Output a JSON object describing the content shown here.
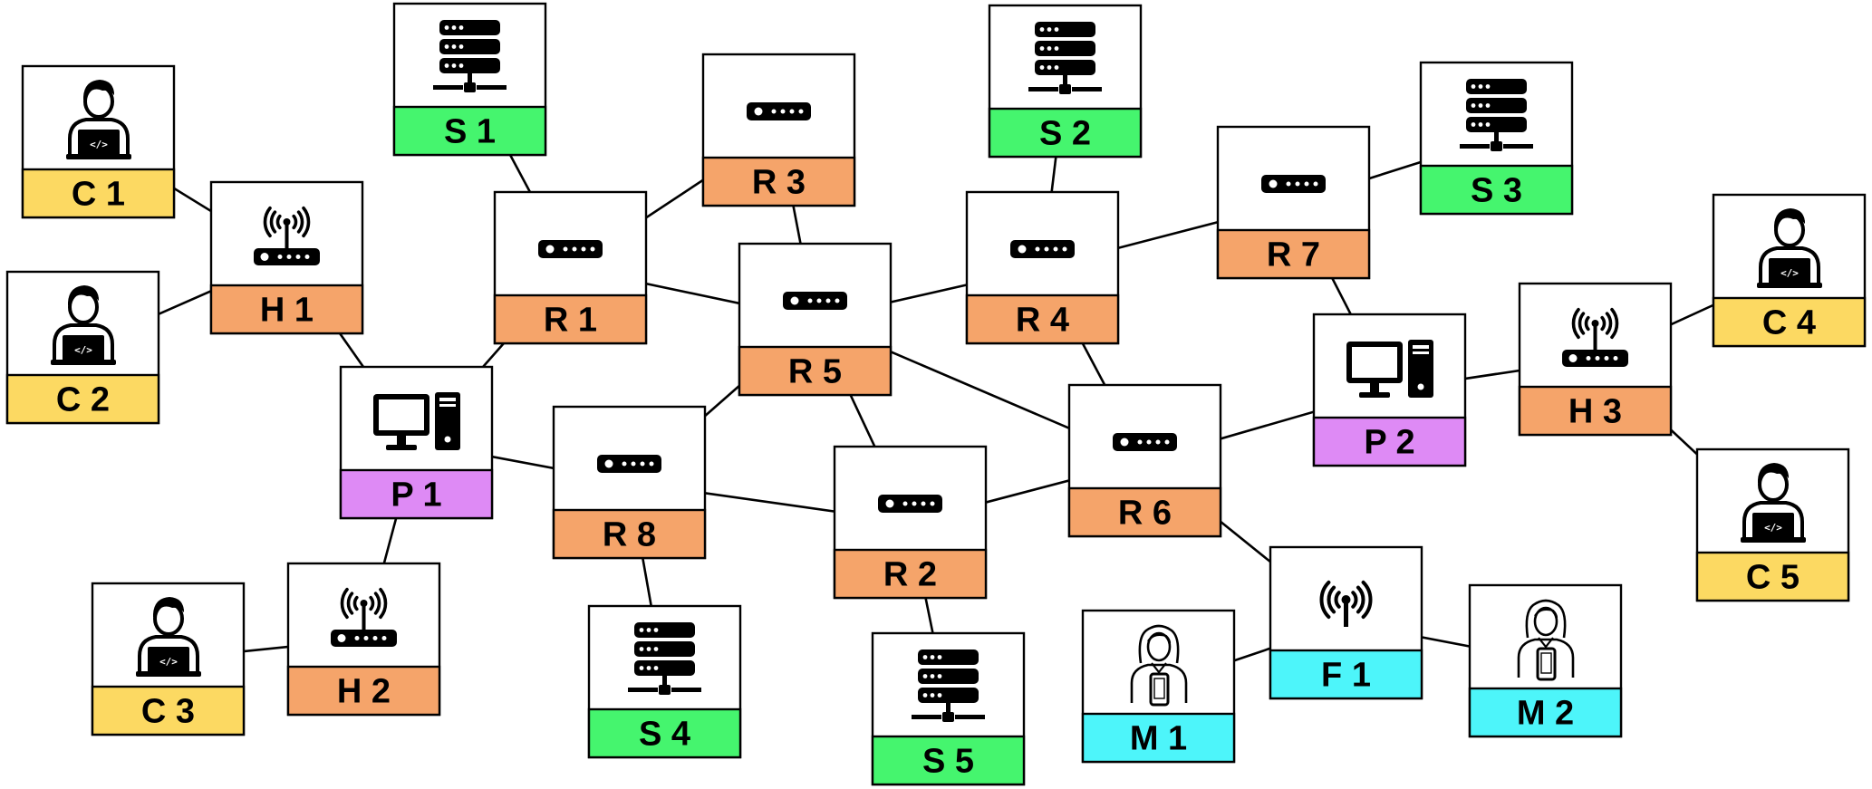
{
  "diagram": {
    "colors": {
      "client": "#FCD962",
      "hub": "#F5A46A",
      "router": "#F5A46A",
      "server": "#45F56E",
      "pc": "#DE8AF5",
      "mobile": "#4DF5FA",
      "wifi": "#4DF5FA",
      "border": "#000000",
      "background": "#FFFFFF"
    },
    "nodes": [
      {
        "id": "C1",
        "label": "C 1",
        "kind": "client",
        "icon": "developer-laptop-icon"
      },
      {
        "id": "C2",
        "label": "C 2",
        "kind": "client",
        "icon": "developer-laptop-icon"
      },
      {
        "id": "C3",
        "label": "C 3",
        "kind": "client",
        "icon": "developer-laptop-icon"
      },
      {
        "id": "C4",
        "label": "C 4",
        "kind": "client",
        "icon": "developer-laptop-icon"
      },
      {
        "id": "C5",
        "label": "C 5",
        "kind": "client",
        "icon": "developer-laptop-icon"
      },
      {
        "id": "H1",
        "label": "H 1",
        "kind": "hub",
        "icon": "wireless-router-icon"
      },
      {
        "id": "H2",
        "label": "H 2",
        "kind": "hub",
        "icon": "wireless-router-icon"
      },
      {
        "id": "H3",
        "label": "H 3",
        "kind": "hub",
        "icon": "wireless-router-icon"
      },
      {
        "id": "P1",
        "label": "P 1",
        "kind": "pc",
        "icon": "desktop-computer-icon"
      },
      {
        "id": "P2",
        "label": "P 2",
        "kind": "pc",
        "icon": "desktop-computer-icon"
      },
      {
        "id": "R1",
        "label": "R 1",
        "kind": "router",
        "icon": "router-icon"
      },
      {
        "id": "R2",
        "label": "R 2",
        "kind": "router",
        "icon": "router-icon"
      },
      {
        "id": "R3",
        "label": "R 3",
        "kind": "router",
        "icon": "router-icon"
      },
      {
        "id": "R4",
        "label": "R 4",
        "kind": "router",
        "icon": "router-icon"
      },
      {
        "id": "R5",
        "label": "R 5",
        "kind": "router",
        "icon": "router-icon"
      },
      {
        "id": "R6",
        "label": "R 6",
        "kind": "router",
        "icon": "router-icon"
      },
      {
        "id": "R7",
        "label": "R 7",
        "kind": "router",
        "icon": "router-icon"
      },
      {
        "id": "R8",
        "label": "R 8",
        "kind": "router",
        "icon": "router-icon"
      },
      {
        "id": "S1",
        "label": "S 1",
        "kind": "server",
        "icon": "server-rack-icon"
      },
      {
        "id": "S2",
        "label": "S 2",
        "kind": "server",
        "icon": "server-rack-icon"
      },
      {
        "id": "S3",
        "label": "S 3",
        "kind": "server",
        "icon": "server-rack-icon"
      },
      {
        "id": "S4",
        "label": "S 4",
        "kind": "server",
        "icon": "server-rack-icon"
      },
      {
        "id": "S5",
        "label": "S 5",
        "kind": "server",
        "icon": "server-rack-icon"
      },
      {
        "id": "M1",
        "label": "M 1",
        "kind": "mobile",
        "icon": "mobile-user-icon"
      },
      {
        "id": "M2",
        "label": "M 2",
        "kind": "mobile",
        "icon": "mobile-user-icon"
      },
      {
        "id": "F1",
        "label": "F 1",
        "kind": "wifi",
        "icon": "wifi-antenna-icon"
      }
    ],
    "edges": [
      [
        "C1",
        "H1"
      ],
      [
        "C2",
        "H1"
      ],
      [
        "H1",
        "P1"
      ],
      [
        "S1",
        "R1"
      ],
      [
        "P1",
        "R1"
      ],
      [
        "R1",
        "R3"
      ],
      [
        "R1",
        "R5"
      ],
      [
        "R3",
        "R5"
      ],
      [
        "P1",
        "R8"
      ],
      [
        "P1",
        "H2"
      ],
      [
        "C3",
        "H2"
      ],
      [
        "R8",
        "R5"
      ],
      [
        "R8",
        "R2"
      ],
      [
        "R8",
        "S4"
      ],
      [
        "R5",
        "R2"
      ],
      [
        "R5",
        "R4"
      ],
      [
        "R5",
        "R6"
      ],
      [
        "R2",
        "S5"
      ],
      [
        "R2",
        "R6"
      ],
      [
        "S2",
        "R4"
      ],
      [
        "R4",
        "R7"
      ],
      [
        "R4",
        "R6"
      ],
      [
        "R7",
        "S3"
      ],
      [
        "R7",
        "P2"
      ],
      [
        "R6",
        "P2"
      ],
      [
        "R6",
        "F1"
      ],
      [
        "P2",
        "H3"
      ],
      [
        "H3",
        "C4"
      ],
      [
        "H3",
        "C5"
      ],
      [
        "F1",
        "M1"
      ],
      [
        "F1",
        "M2"
      ]
    ]
  }
}
